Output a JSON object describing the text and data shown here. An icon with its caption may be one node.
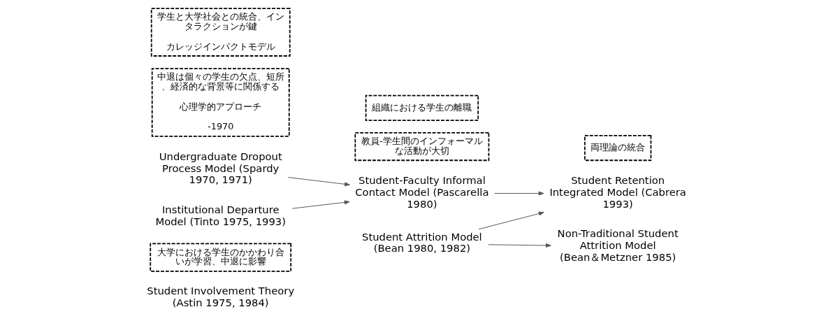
{
  "diagram": {
    "nodes": [
      {
        "text": [
          "Student Involvement Theory (Astin 1975, 1984)"
        ]
      },
      {
        "text": [
          "大学における学生のかかわり合いが学習、中退に影響"
        ]
      },
      {
        "text": [
          "Undergraduate Dropout Process Model (Spardy 1970, 1971)"
        ]
      },
      {
        "text": [
          "中退は個々の学生の欠点、短所、経済的な背景等に関係する",
          "心理学的アプローチ",
          "-1970"
        ]
      },
      {
        "text": [
          "Institutional Departure Model (Tinto 1975, 1993)"
        ]
      },
      {
        "text": [
          "学生と大学社会との統合、インタラクションが鍵",
          "カレッジインパクトモデル"
        ]
      },
      {
        "text": [
          "Student-Faculty Informal Contact Model (Pascarella 1980)"
        ]
      },
      {
        "text": [
          "教員-学生間のインフォーマルな活動が大切"
        ]
      },
      {
        "text": [
          "Student Attrition Model (Bean 1980, 1982)"
        ]
      },
      {
        "text": [
          "組織における学生の離職"
        ]
      },
      {
        "text": [
          "Student Retention Integrated Model (Cabrera 1993)"
        ]
      },
      {
        "text": [
          "両理論の統合"
        ]
      },
      {
        "text": [
          "Non-Traditional Student Attrition Model (Bean＆Metzner 1985)"
        ]
      }
    ],
    "edges": [
      {
        "from": 2,
        "to": 6,
        "arrow": "to"
      },
      {
        "from": 4,
        "to": 6,
        "arrow": "to"
      },
      {
        "from": 6,
        "to": 10,
        "arrow": "to"
      },
      {
        "from": 8,
        "to": 10,
        "arrow": "to"
      },
      {
        "from": 8,
        "to": 12,
        "arrow": "to"
      }
    ]
  }
}
